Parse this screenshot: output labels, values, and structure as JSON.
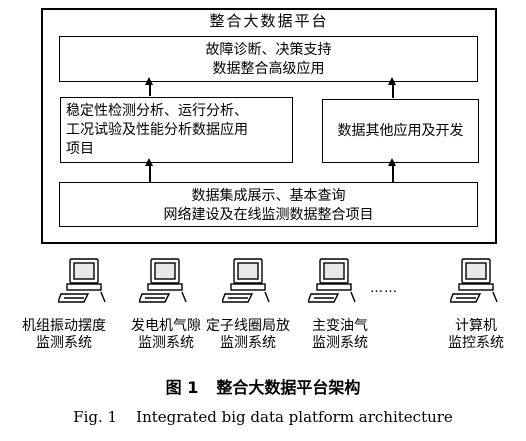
{
  "platform": {
    "title": "整合大数据平台",
    "top_box": [
      "故障诊断、决策支持",
      "数据整合高级应用"
    ],
    "left_box": [
      "稳定性检测分析、运行分析、",
      "工况试验及性能分析数据应用",
      "项目"
    ],
    "right_box": "数据其他应用及开发",
    "bottom_box": [
      "数据集成展示、基本查询",
      "网络建设及在线监测数据整合项目"
    ]
  },
  "systems": [
    {
      "line1": "机组振动摆度",
      "line2": "监测系统"
    },
    {
      "line1": "发电机气隙",
      "line2": "监测系统"
    },
    {
      "line1": "定子线圈局放",
      "line2": "监测系统"
    },
    {
      "line1": "主变油气",
      "line2": "监测系统"
    },
    {
      "line1": "计算机",
      "line2": "监控系统"
    }
  ],
  "ellipsis": "……",
  "caption": {
    "cn_num": "图 1",
    "cn_title": "整合大数据平台架构",
    "en": "Fig. 1    Integrated big data platform architecture"
  }
}
